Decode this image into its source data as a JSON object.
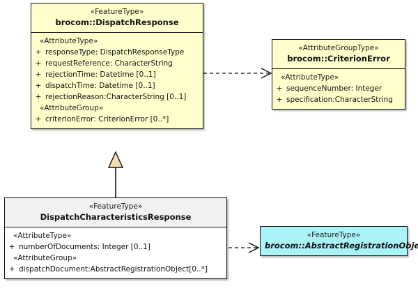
{
  "diagram": {
    "type": "uml-class-diagram",
    "background_color": "#ffffff",
    "colors": {
      "featuretype_fill": "#ffffcc",
      "attributegrouptype_fill": "#ffffcc",
      "selected_fill": "#f2f2f2",
      "abstract_fill": "#aaf4f8",
      "border": "#111111",
      "generalization_fill": "#f5ddb5"
    }
  },
  "classes": {
    "dispatch_response": {
      "stereotype": "«FeatureType»",
      "name": "brocom::DispatchResponse",
      "compartments": [
        {
          "group_label": "«AttributeType»",
          "attributes": [
            {
              "visibility": "+",
              "text": "responseType: DispatchResponseType"
            },
            {
              "visibility": "+",
              "text": "requestReference: CharacterString"
            },
            {
              "visibility": "+",
              "text": "rejectionTime: Datetime [0..1]"
            },
            {
              "visibility": "+",
              "text": "dispatchTime: Datetime [0..1]"
            },
            {
              "visibility": "+",
              "text": "rejectionReason:CharacterString [0..1]"
            }
          ]
        },
        {
          "group_label": "«AttributeGroup»",
          "attributes": [
            {
              "visibility": "+",
              "text": "criterionError: CriterionError [0..*]"
            }
          ]
        }
      ]
    },
    "criterion_error": {
      "stereotype": "«AttributeGroupType»",
      "name": "brocom::CriterionError",
      "compartments": [
        {
          "group_label": "«AttributeType»",
          "attributes": [
            {
              "visibility": "+",
              "text": "sequenceNumber: Integer"
            },
            {
              "visibility": "+",
              "text": "specification:CharacterString"
            }
          ]
        }
      ]
    },
    "dispatch_characteristics_response": {
      "stereotype": "«FeatureType»",
      "name": "DispatchCharacteristicsResponse",
      "compartments": [
        {
          "group_label": "«AttributeType»",
          "attributes": [
            {
              "visibility": "+",
              "text": "numberOfDocuments: Integer [0..1]"
            }
          ]
        },
        {
          "group_label": "«AttributeGroup»",
          "attributes": [
            {
              "visibility": "+",
              "text": "dispatchDocument:AbstractRegistrationObject[0..*]"
            }
          ]
        }
      ]
    },
    "abstract_registration_object": {
      "stereotype": "«FeatureType»",
      "name": "brocom::AbstractRegistrationObject",
      "compartments": []
    }
  },
  "relationships": [
    {
      "kind": "dependency",
      "style": "dashed-open-arrow",
      "source": "brocom::DispatchResponse",
      "target": "brocom::CriterionError"
    },
    {
      "kind": "generalization",
      "style": "solid-hollow-triangle",
      "source": "DispatchCharacteristicsResponse",
      "target": "brocom::DispatchResponse"
    },
    {
      "kind": "dependency",
      "style": "dashed-open-arrow",
      "source": "DispatchCharacteristicsResponse",
      "target": "brocom::AbstractRegistrationObject"
    }
  ]
}
